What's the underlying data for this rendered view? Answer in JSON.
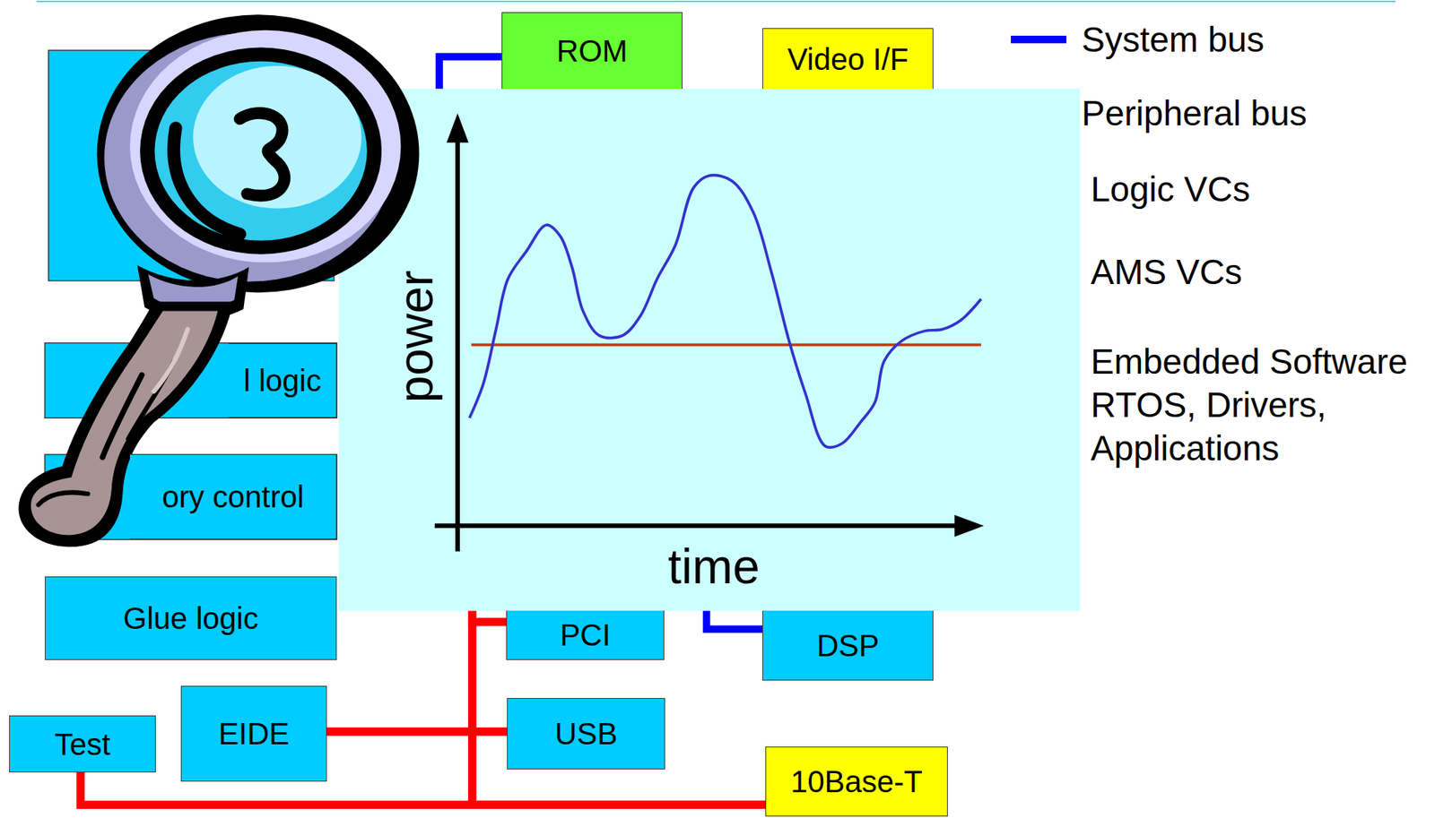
{
  "diagram": {
    "nodes": [
      {
        "text": [
          "ROM"
        ]
      },
      {
        "text": [
          "Video I/F"
        ]
      },
      {
        "text": [
          "l logic"
        ]
      },
      {
        "text": [
          "ory control"
        ]
      },
      {
        "text": [
          "Glue logic"
        ]
      },
      {
        "text": [
          "PCI"
        ]
      },
      {
        "text": [
          "DSP"
        ]
      },
      {
        "text": [
          "EIDE"
        ]
      },
      {
        "text": [
          "USB"
        ]
      },
      {
        "text": [
          "Test"
        ]
      },
      {
        "text": [
          "10Base-T"
        ]
      }
    ],
    "edges": [
      {
        "from": 7,
        "to": 8,
        "arrow": "none"
      },
      {
        "from": 9,
        "to": 10,
        "arrow": "none"
      },
      {
        "from": 5,
        "to": 10,
        "arrow": "none"
      }
    ],
    "labels": [
      "power",
      "time"
    ],
    "legend": [
      {
        "text": "System bus"
      },
      {
        "text": "Peripheral bus"
      },
      {
        "text": "Logic VCs"
      },
      {
        "text": "AMS VCs"
      },
      {
        "text": "Embedded Software RTOS, Drivers, Applications"
      }
    ]
  }
}
